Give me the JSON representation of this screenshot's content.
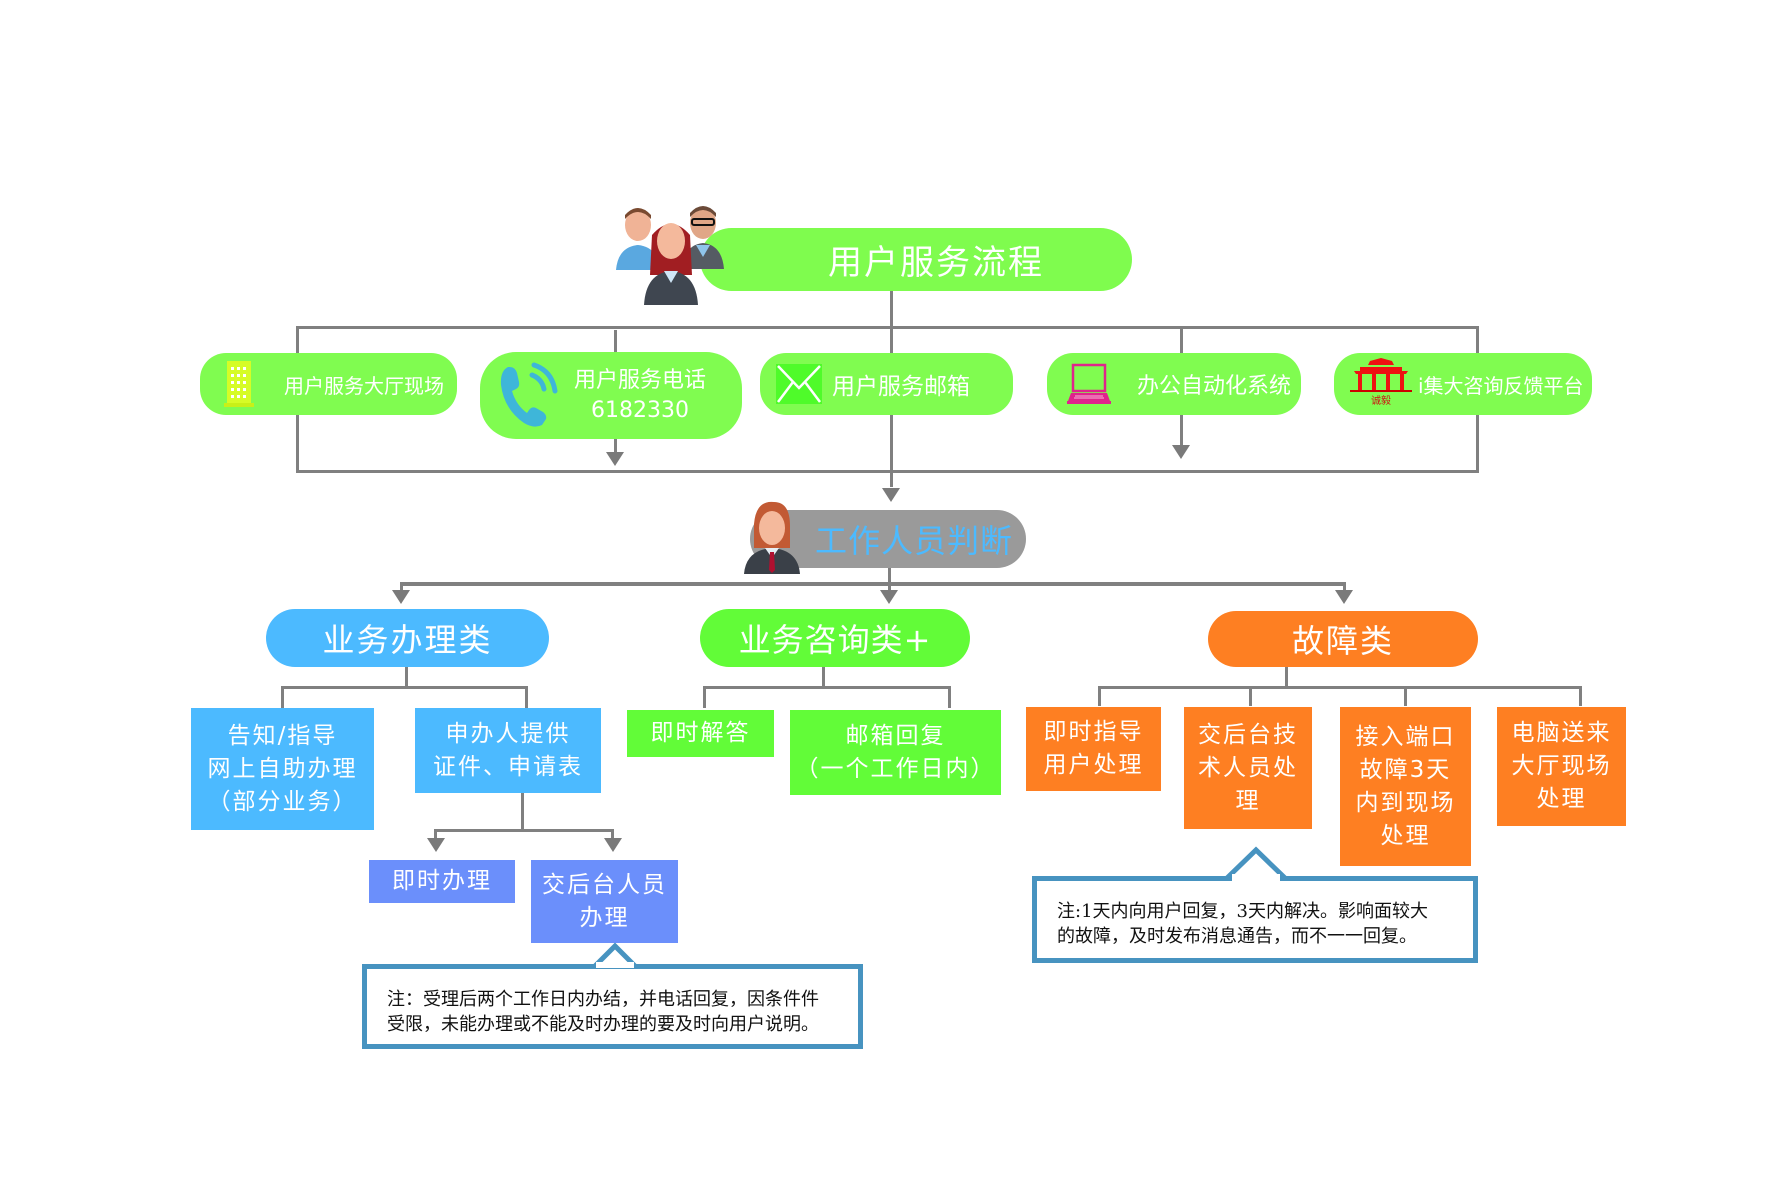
{
  "title": {
    "label": "用户服务流程",
    "icon": "user-group-icon"
  },
  "channels": [
    {
      "id": "hall",
      "label": "用户服务大厅现场",
      "icon": "building-icon"
    },
    {
      "id": "phone",
      "label": "用户服务电话",
      "sublabel": "6182330",
      "icon": "phone-icon"
    },
    {
      "id": "email",
      "label": "用户服务邮箱",
      "icon": "envelope-icon"
    },
    {
      "id": "oa",
      "label": "办公自动化系统",
      "icon": "laptop-icon"
    },
    {
      "id": "feedback",
      "label": "i集大咨询反馈平台",
      "icon": "gate-logo-icon"
    }
  ],
  "judge": {
    "label": "工作人员判断",
    "icon": "staff-avatar-icon"
  },
  "categories": {
    "business": {
      "label": "业务办理类",
      "color": "#4cbaff",
      "items": [
        {
          "lines": [
            "告知/指导",
            "网上自助办理",
            "（部分业务）"
          ]
        },
        {
          "lines": [
            "申办人提供",
            "证件、申请表"
          ]
        }
      ],
      "sub_items": [
        {
          "lines": [
            "即时办理"
          ]
        },
        {
          "lines": [
            "交后台人员",
            "办理"
          ]
        }
      ],
      "note": {
        "lines": [
          "注：受理后两个工作日内办结，并电话回复，因条件件",
          "受限，未能办理或不能及时办理的要及时向用户说明。"
        ]
      }
    },
    "consult": {
      "label": "业务咨询类+",
      "color": "#62fc38",
      "items": [
        {
          "lines": [
            "即时解答"
          ]
        },
        {
          "lines": [
            "邮箱回复",
            "（一个工作日内）"
          ]
        }
      ]
    },
    "fault": {
      "label": "故障类",
      "color": "#fe7f22",
      "items": [
        {
          "lines": [
            "即时指导",
            "用户处理"
          ]
        },
        {
          "lines": [
            "交后台技",
            "术人员处",
            "理"
          ]
        },
        {
          "lines": [
            "接入端口",
            "故障3天",
            "内到现场",
            "处理"
          ]
        },
        {
          "lines": [
            "电脑送来",
            "大厅现场",
            "处理"
          ]
        }
      ],
      "note": {
        "lines": [
          "注:1天内向用户回复，3天内解决。影响面较大",
          "的故障，及时发布消息通告，而不一一回复。"
        ]
      }
    }
  },
  "colors": {
    "connector": "#808080",
    "title_green": "#7ffc4e",
    "judge_gray": "#9a9a9a",
    "judge_text": "#4cbaff",
    "note_border": "#4793c0"
  }
}
